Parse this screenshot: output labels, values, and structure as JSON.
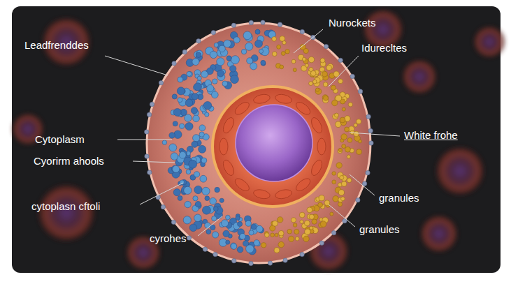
{
  "diagram": {
    "labels": [
      "Leadfrenddes",
      "Nurockets",
      "Idurecltes",
      "Cytoplasm",
      "Cyorirm ahools",
      "White frohe",
      "cytoplasn cftoli",
      "granules",
      "granules",
      "cyrohes"
    ]
  }
}
